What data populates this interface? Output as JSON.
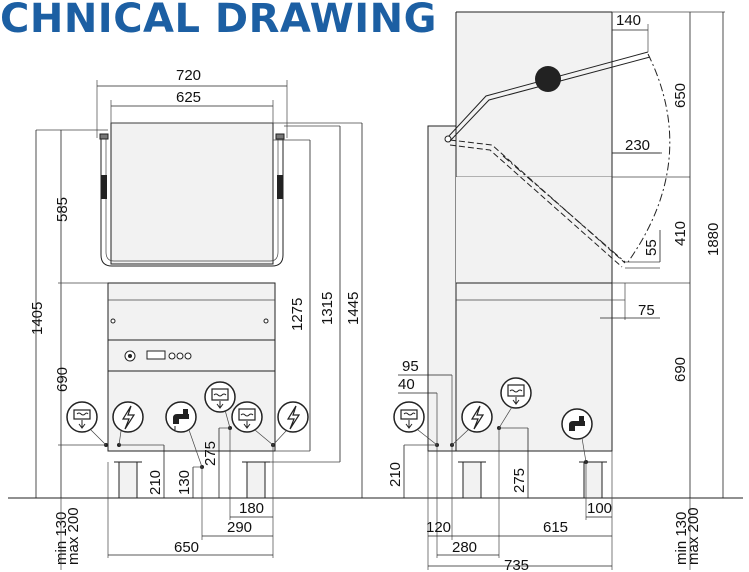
{
  "title": "CHNICAL DRAWING",
  "front": {
    "w720": "720",
    "w625": "625",
    "h585": "585",
    "h1405": "1405",
    "h690": "690",
    "h1275": "1275",
    "h1315": "1315",
    "h1445": "1445",
    "d275": "275",
    "d210": "210",
    "d130": "130",
    "d180": "180",
    "d290": "290",
    "d650": "650",
    "min130": "min 130",
    "max200": "max 200"
  },
  "side": {
    "d140": "140",
    "d650": "650",
    "d230": "230",
    "d410": "410",
    "d55": "55",
    "d1880": "1880",
    "d75": "75",
    "d690": "690",
    "d95": "95",
    "d40": "40",
    "d210": "210",
    "d275": "275",
    "d100": "100",
    "d120": "120",
    "d615": "615",
    "d280": "280",
    "d735": "735",
    "min130": "min 130",
    "max200": "max 200"
  },
  "icons": [
    "drain-icon",
    "power-icon",
    "water-tap-icon",
    "detergent-icon",
    "rinse-aid-icon"
  ]
}
